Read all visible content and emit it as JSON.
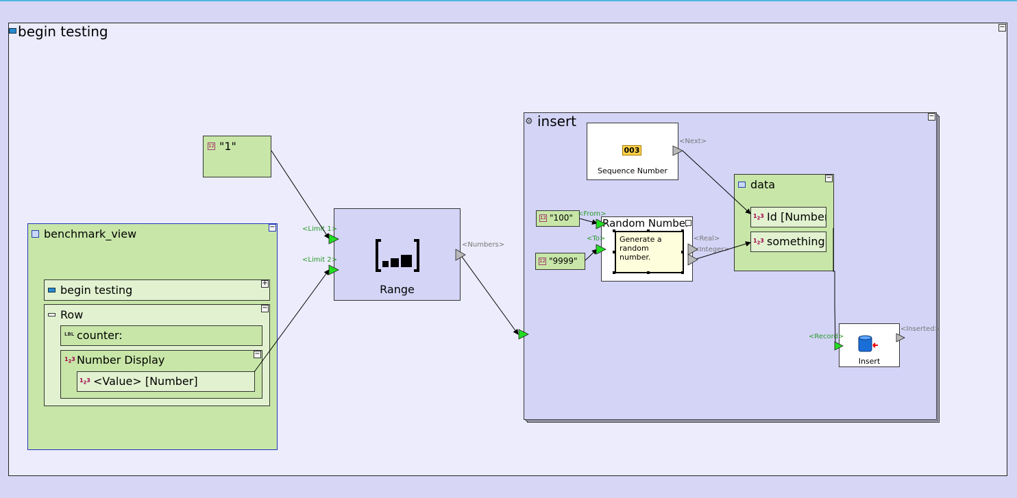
{
  "canvas": {
    "title": "begin testing"
  },
  "const_one": {
    "label": "\"1\""
  },
  "benchmark_view": {
    "title": "benchmark_view",
    "begin_testing": "begin testing",
    "row": "Row",
    "counter": "counter:",
    "number_display": "Number Display",
    "value_number": "<Value> [Number]"
  },
  "range": {
    "title": "Range",
    "port_limit1": "<Limit 1>",
    "port_limit2": "<Limit 2>",
    "port_numbers": "<Numbers>"
  },
  "insert_group": {
    "title": "insert",
    "sequence": {
      "title": "Sequence Number",
      "icon_text": "003",
      "port_next": "<Next>"
    },
    "const_100": "\"100\"",
    "const_9999": "\"9999\"",
    "random": {
      "title": "Random Number",
      "note": "Generate a random number.",
      "port_from": "<From>",
      "port_to": "<To>",
      "port_real": "<Real>",
      "port_integer": "<Integer>"
    },
    "data": {
      "title": "data",
      "field_id": "Id [Number",
      "field_something": "something"
    },
    "insert": {
      "title": "Insert",
      "port_record": "<Record>",
      "port_inserted": "<Inserted>"
    }
  },
  "icons": {
    "canvas": "form-icon",
    "benchmark": "view-icon",
    "row": "row-icon",
    "counter": "label-icon",
    "number": "number-icon",
    "insert_group": "gears-icon",
    "data": "record-icon",
    "insert": "database-icon"
  },
  "colors": {
    "green_node": "#c8e6a8",
    "lavender_node": "#d4d4f7",
    "port_green": "#22cc22",
    "port_grey": "#bbbbbb"
  }
}
